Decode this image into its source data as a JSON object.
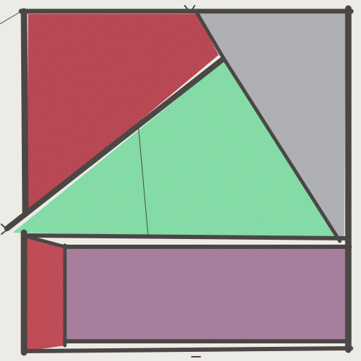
{
  "artwork": {
    "kind": "hand-drawn geometric composition",
    "colors": {
      "paper": "#ecebe5",
      "frame_stroke": "#4a4744",
      "crimson_region": "#b3243a",
      "gray_region": "#a9aaae",
      "green_triangle": "#79d9a0",
      "mauve_rectangle": "#a07294",
      "crimson_strip": "#bb2a3e"
    },
    "regions": [
      {
        "name": "crimson-upper-left",
        "color": "#b3243a"
      },
      {
        "name": "gray-upper-right",
        "color": "#a9aaae"
      },
      {
        "name": "green-triangle",
        "color": "#79d9a0"
      },
      {
        "name": "mauve-lower-rectangle",
        "color": "#a07294"
      },
      {
        "name": "crimson-left-strip",
        "color": "#bb2a3e"
      }
    ]
  }
}
